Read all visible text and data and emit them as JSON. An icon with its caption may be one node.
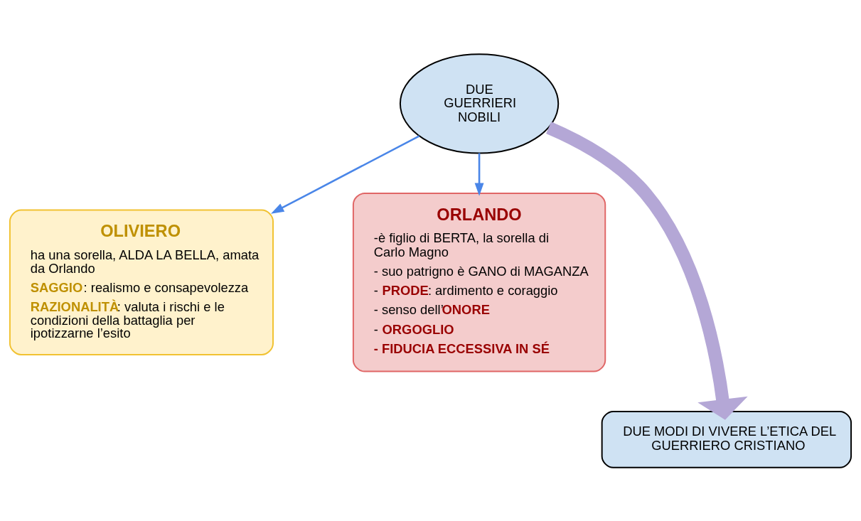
{
  "diagram": {
    "nodes": [
      {
        "text": [
          "DUE GUERRIERI NOBILI"
        ]
      },
      {
        "text": [
          "OLIVIERO",
          "ha una sorella, ALDA LA BELLA, amata da Orlando",
          "**SAGGIO**: realismo e consapevolezza",
          "**RAZIONALITÀ**: valuta i rischi e le condizioni della battaglia per ipotizzarne l’esito"
        ]
      },
      {
        "text": [
          "ORLANDO",
          "-è figlio di BERTA, la sorella di Carlo Magno",
          "- suo patrigno è GANO di MAGANZA",
          "- **PRODE**: ardimento e coraggio",
          "- senso dell’**ONORE**",
          "- **ORGOGLIO**",
          "**- FIDUCIA ECCESSIVA IN SÉ**"
        ]
      },
      {
        "text": [
          "DUE MODI DI VIVERE L’ETICA DEL GUERRIERO CRISTIANO"
        ]
      }
    ],
    "edges": [
      {
        "from": 0,
        "to": 1,
        "arrow": "to"
      },
      {
        "from": 0,
        "to": 2,
        "arrow": "to"
      },
      {
        "from": 0,
        "to": 3,
        "arrow": "to",
        "style": "thick",
        "color": "#b4a7d6"
      }
    ]
  }
}
